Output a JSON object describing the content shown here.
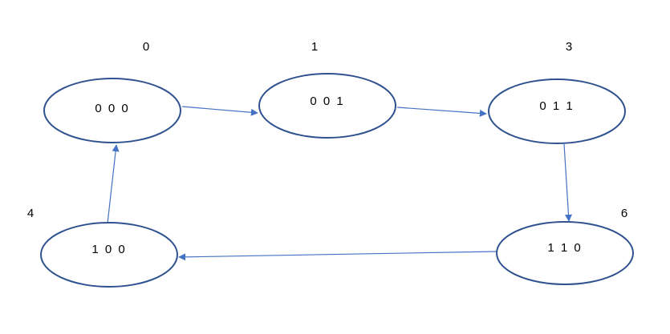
{
  "diagram": {
    "type": "state-transition",
    "colors": {
      "node_stroke": "#2f528f",
      "edge": "#4472c4",
      "text": "#000000"
    },
    "states": [
      {
        "id": "s0",
        "number": "0",
        "code": "0 0 0"
      },
      {
        "id": "s1",
        "number": "1",
        "code": "0 0 1"
      },
      {
        "id": "s3",
        "number": "3",
        "code": "0 1 1"
      },
      {
        "id": "s6",
        "number": "6",
        "code": "1 1 0"
      },
      {
        "id": "s4",
        "number": "4",
        "code": "1 0 0"
      }
    ],
    "transitions": [
      {
        "from": "s0",
        "to": "s1"
      },
      {
        "from": "s1",
        "to": "s3"
      },
      {
        "from": "s3",
        "to": "s6"
      },
      {
        "from": "s6",
        "to": "s4"
      },
      {
        "from": "s4",
        "to": "s0"
      }
    ]
  }
}
